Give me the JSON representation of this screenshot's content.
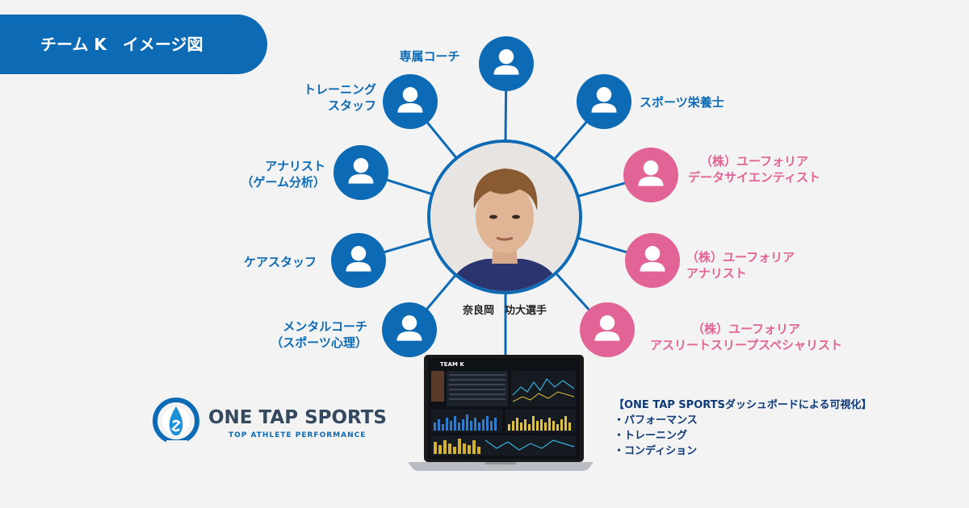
{
  "banner": {
    "title": "チーム K　イメージ図"
  },
  "colors": {
    "blue": "#0d6bb6",
    "pink": "#e26497",
    "dark_text": "#222222",
    "note_text": "#0d3a78"
  },
  "center": {
    "player_label": "奈良岡　功大選手",
    "icon": "player-photo"
  },
  "team_members": [
    {
      "role": "専属コーチ",
      "lines": [
        "専属コーチ"
      ],
      "affiliation": "team",
      "icon": "person-icon"
    },
    {
      "role": "トレーニングスタッフ",
      "lines": [
        "トレーニング",
        "スタッフ"
      ],
      "affiliation": "team",
      "icon": "person-icon"
    },
    {
      "role": "スポーツ栄養士",
      "lines": [
        "スポーツ栄養士"
      ],
      "affiliation": "team",
      "icon": "person-icon"
    },
    {
      "role": "アナリスト（ゲーム分析）",
      "lines": [
        "アナリスト",
        "（ゲーム分析）"
      ],
      "affiliation": "team",
      "icon": "person-icon"
    },
    {
      "role": "ケアスタッフ",
      "lines": [
        "ケアスタッフ"
      ],
      "affiliation": "team",
      "icon": "person-icon"
    },
    {
      "role": "メンタルコーチ（スポーツ心理）",
      "lines": [
        "メンタルコーチ",
        "（スポーツ心理）"
      ],
      "affiliation": "team",
      "icon": "person-icon"
    },
    {
      "role": "（株）ユーフォリア データサイエンティスト",
      "lines": [
        "（株）ユーフォリア",
        "データサイエンティスト"
      ],
      "affiliation": "euphoria",
      "icon": "person-icon"
    },
    {
      "role": "（株）ユーフォリア アナリスト",
      "lines": [
        "（株）ユーフォリア",
        "アナリスト"
      ],
      "affiliation": "euphoria",
      "icon": "person-icon"
    },
    {
      "role": "（株）ユーフォリア アスリートスリープスペシャリスト",
      "lines": [
        "（株）ユーフォリア",
        "アスリートスリープスペシャリスト"
      ],
      "affiliation": "euphoria",
      "icon": "person-icon"
    }
  ],
  "dashboard": {
    "screen_title": "TEAM K",
    "heading": "【ONE TAP SPORTSダッシュボードによる可視化】",
    "items": [
      "・パフォーマンス",
      "・トレーニング",
      "・コンディション"
    ]
  },
  "logo": {
    "name": "ONE TAP SPORTS",
    "tagline": "TOP ATHLETE PERFORMANCE"
  }
}
